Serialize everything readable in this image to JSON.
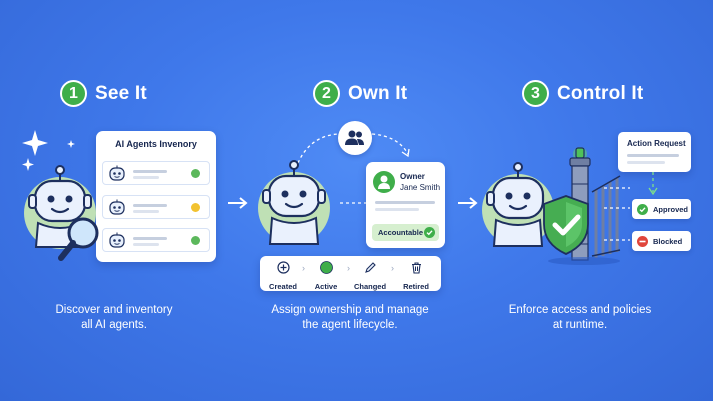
{
  "steps": [
    {
      "number": "1",
      "title": "See It",
      "caption_line1": "Discover and inventory",
      "caption_line2": "all AI agents."
    },
    {
      "number": "2",
      "title": "Own It",
      "caption_line1": "Assign ownership and manage",
      "caption_line2": "the agent lifecycle."
    },
    {
      "number": "3",
      "title": "Control It",
      "caption_line1": "Enforce access and policies",
      "caption_line2": "at runtime."
    }
  ],
  "inventory": {
    "title": "AI Agents Invenory",
    "rows": [
      {
        "status_color": "#5cb85c"
      },
      {
        "status_color": "#f2c230"
      },
      {
        "status_color": "#5cb85c"
      }
    ]
  },
  "owner_card": {
    "label": "Owner",
    "name": "Jane Smith",
    "badge": "Accountable"
  },
  "lifecycle": [
    "Created",
    "Active",
    "Changed",
    "Retired"
  ],
  "control": {
    "request": "Action Request",
    "approved": "Approved",
    "blocked": "Blocked"
  },
  "colors": {
    "accent_green": "#3fae4a",
    "blocked_red": "#e0453b",
    "background": "#3f78ea"
  }
}
